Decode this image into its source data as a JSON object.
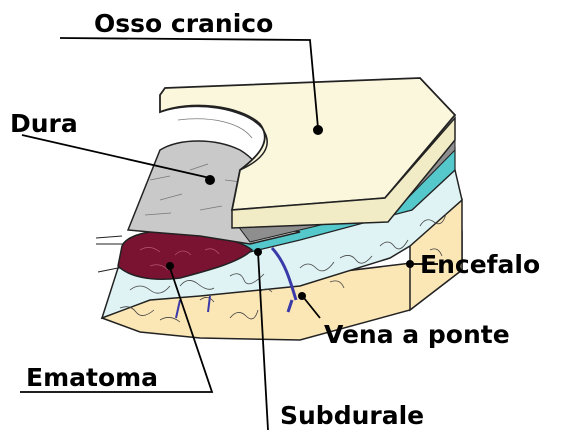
{
  "labels": {
    "osso_cranico": "Osso cranico",
    "dura": "Dura",
    "encefalo": "Encefalo",
    "vena_a_ponte": "Vena a ponte",
    "ematoma": "Ematoma",
    "subdurale": "Subdurale"
  },
  "colors": {
    "bone": "#fbf7dc",
    "dura": "#c9c9c9",
    "hematoma": "#7a1232",
    "subdural_space": "#55c8cc",
    "brain": "#dff3f4",
    "brain_base": "#fbe6b6",
    "vein": "#3a3aa8"
  }
}
